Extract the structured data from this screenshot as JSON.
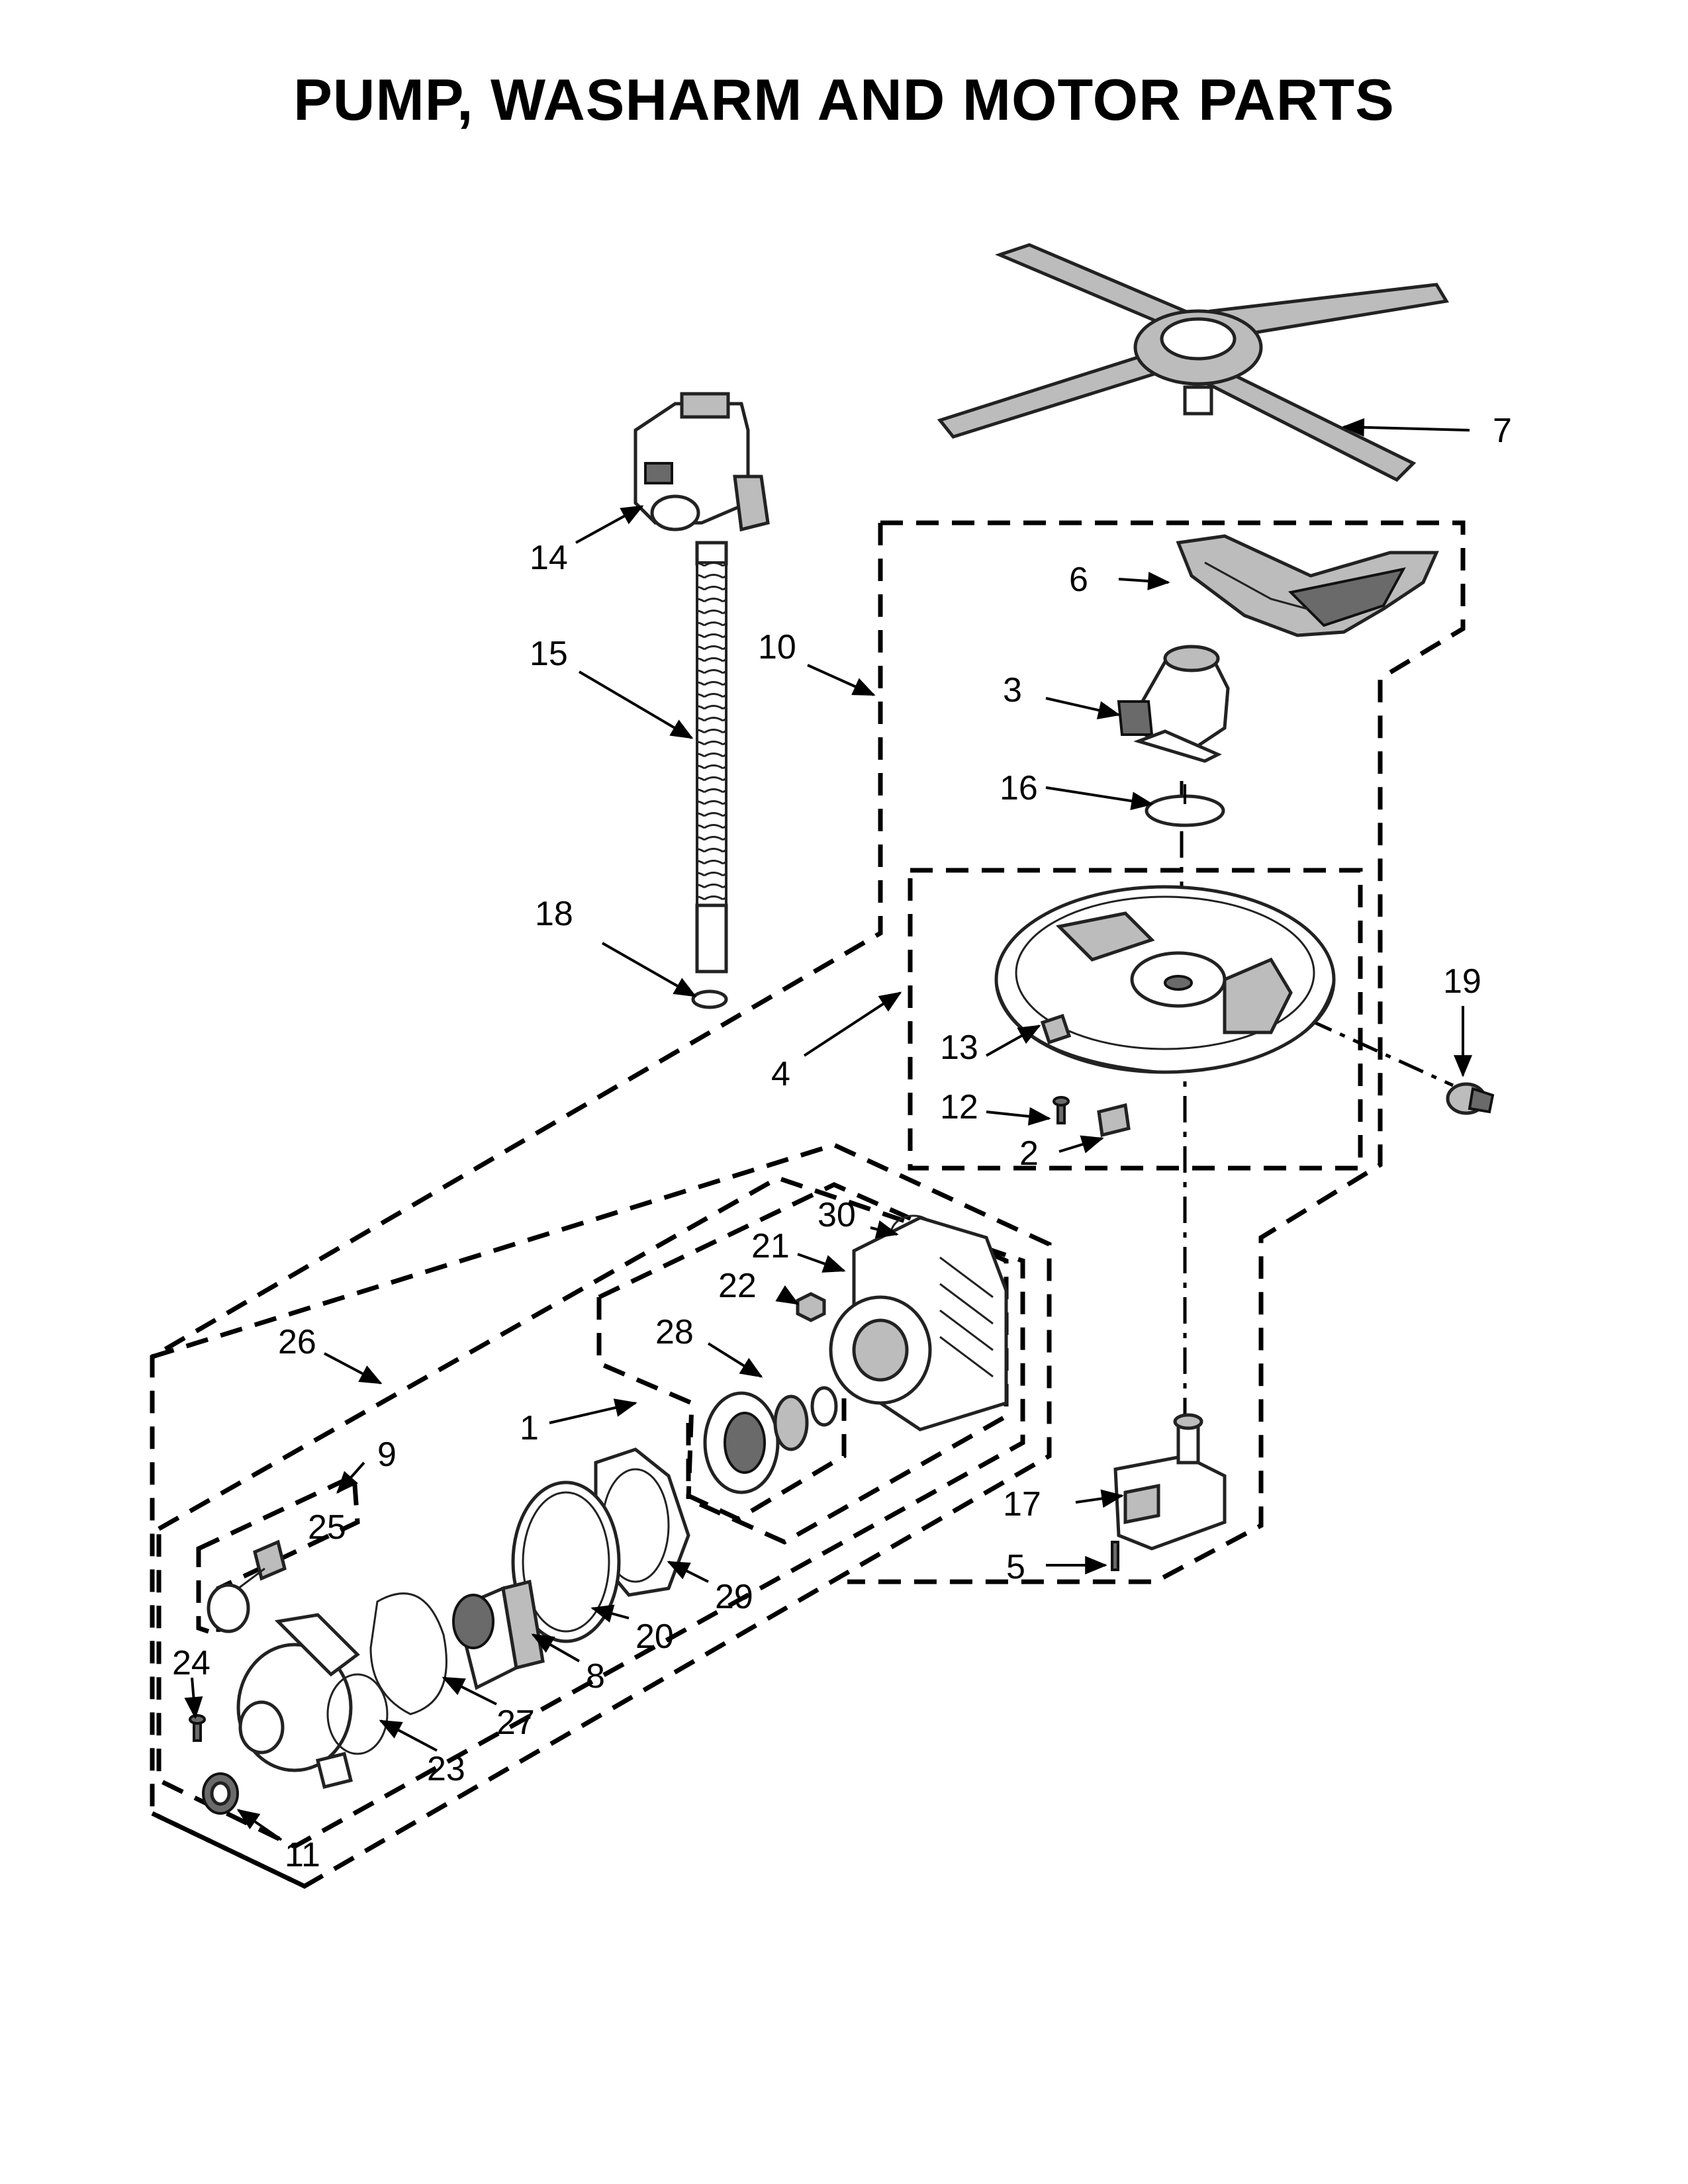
{
  "title": "PUMP, WASHARM AND MOTOR PARTS",
  "callouts": {
    "p1": "1",
    "p2": "2",
    "p3": "3",
    "p4": "4",
    "p5": "5",
    "p6": "6",
    "p7": "7",
    "p8": "8",
    "p9": "9",
    "p10": "10",
    "p11": "11",
    "p12": "12",
    "p13": "13",
    "p14": "14",
    "p15": "15",
    "p16": "16",
    "p17": "17",
    "p18": "18",
    "p19": "19",
    "p20": "20",
    "p21": "21",
    "p22": "22",
    "p23": "23",
    "p24": "24",
    "p25": "25",
    "p26": "26",
    "p27": "27",
    "p28": "28",
    "p29": "29",
    "p30": "30"
  }
}
